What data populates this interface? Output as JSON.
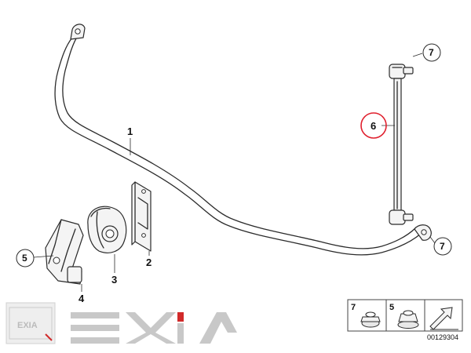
{
  "diagram": {
    "parts": [
      {
        "number": "1",
        "name": "stabilizer-bar"
      },
      {
        "number": "2",
        "name": "bracket"
      },
      {
        "number": "3",
        "name": "rubber-mounting"
      },
      {
        "number": "4",
        "name": "stabilizer-clamp"
      },
      {
        "number": "5",
        "name": "clamp-callout"
      },
      {
        "number": "6",
        "name": "stabilizer-link"
      },
      {
        "number": "7",
        "name": "nut"
      }
    ],
    "callouts": {
      "label_1": "1",
      "label_2": "2",
      "label_3": "3",
      "label_4": "4",
      "label_5": "5",
      "label_6": "6",
      "label_7_top": "7",
      "label_7_bottom": "7"
    },
    "highlight": {
      "part": "6",
      "color": "#e0202e"
    },
    "legend": {
      "item_a": "7",
      "item_b": "5"
    },
    "diagram_id": "00129304"
  },
  "watermark": {
    "text": "EXIA",
    "color": "#c8c8c8",
    "accent": "#d12a2a"
  }
}
